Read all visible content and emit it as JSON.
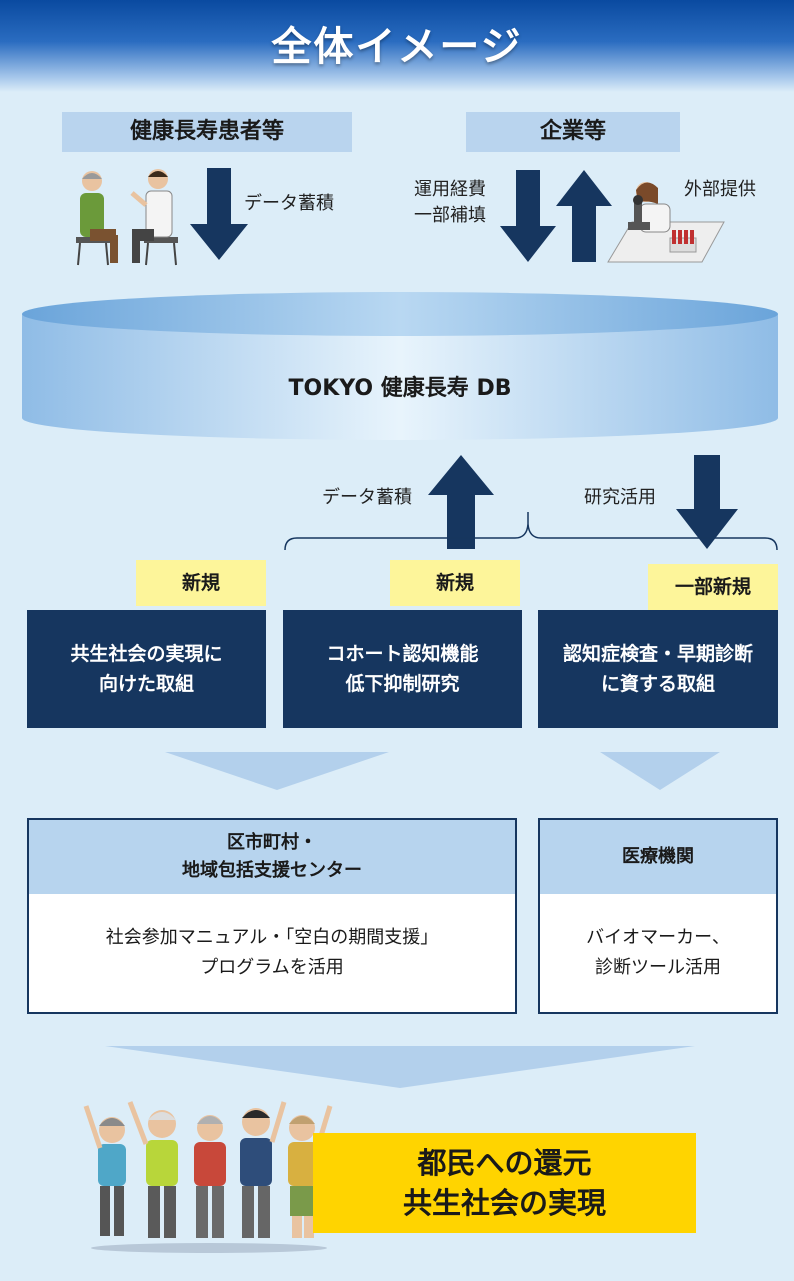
{
  "header": {
    "title": "全体イメージ"
  },
  "top": {
    "patients_label": "健康長寿患者等",
    "companies_label": "企業等",
    "data_accumulation": "データ蓄積",
    "funding_line1": "運用経費",
    "funding_line2": "一部補填",
    "external_provision": "外部提供"
  },
  "database": {
    "label": "TOKYO 健康長寿 DB"
  },
  "middle": {
    "data_accumulation": "データ蓄積",
    "research_use": "研究活用"
  },
  "projects": [
    {
      "badge": "新規",
      "line1": "共生社会の実現に",
      "line2": "向けた取組"
    },
    {
      "badge": "新規",
      "line1": "コホート認知機能",
      "line2": "低下抑制研究"
    },
    {
      "badge": "一部新規",
      "line1": "認知症検査・早期診断",
      "line2": "に資する取組"
    }
  ],
  "organizations": {
    "municipal": {
      "head_line1": "区市町村・",
      "head_line2": "地域包括支援センター",
      "body_line1": "社会参加マニュアル・「空白の期間支援」",
      "body_line2": "プログラムを活用"
    },
    "medical": {
      "head": "医療機関",
      "body_line1": "バイオマーカー、",
      "body_line2": "診断ツール活用"
    }
  },
  "outcome": {
    "line1": "都民への還元",
    "line2": "共生社会の実現"
  },
  "colors": {
    "navy": "#16365f",
    "light_blue": "#b9d4ee",
    "yellow": "#ffd400",
    "badge_yellow": "#fdf59a",
    "arrow": "#16365f"
  }
}
